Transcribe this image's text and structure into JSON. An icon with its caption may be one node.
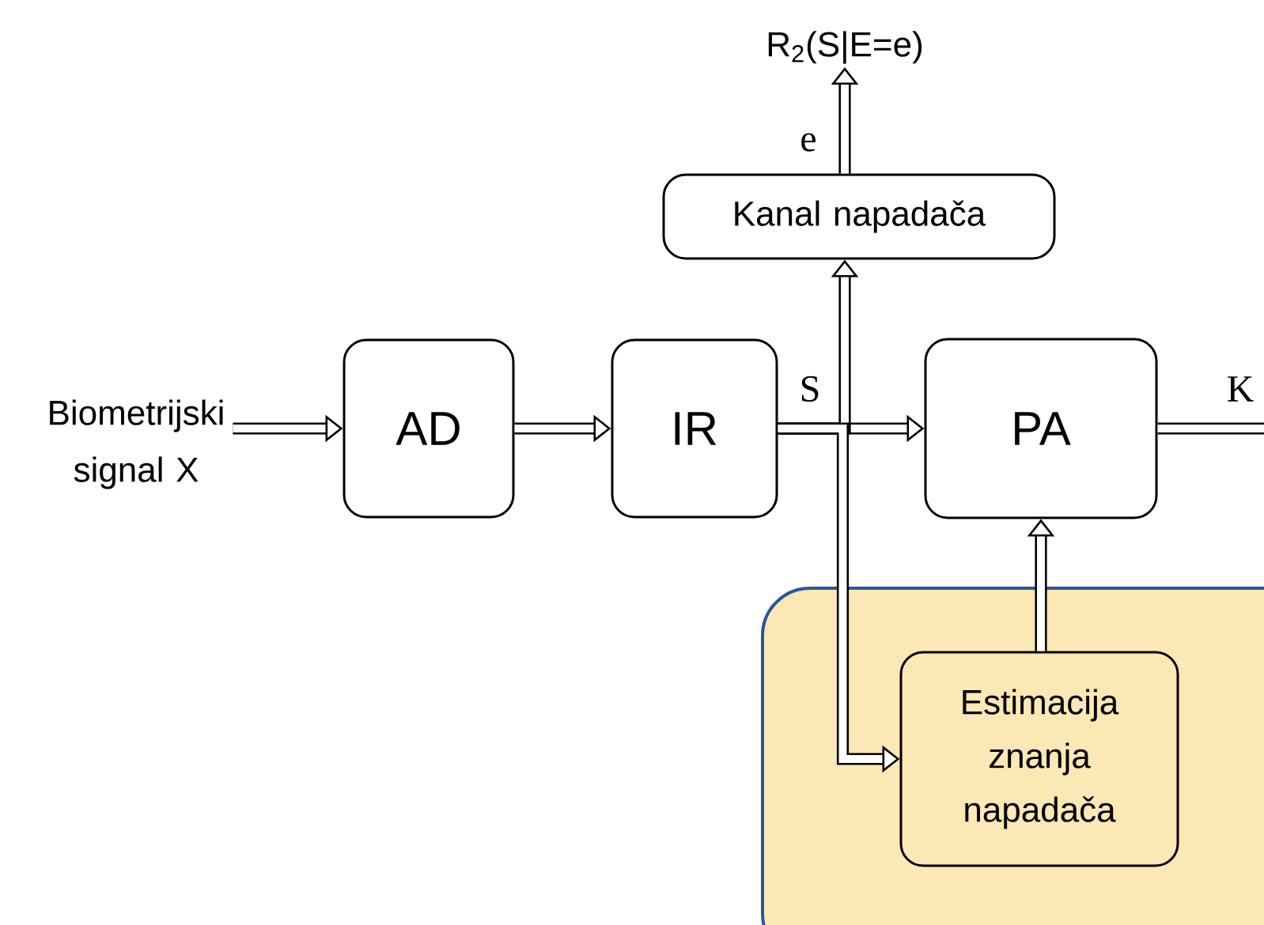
{
  "diagram": {
    "nodes": [
      {
        "text": [
          "Biometrijski signal X"
        ]
      },
      {
        "text": [
          "AD"
        ]
      },
      {
        "text": [
          "IR"
        ]
      },
      {
        "text": [
          "PA"
        ]
      },
      {
        "text": [
          "Kanal napadača"
        ]
      },
      {
        "text": [
          "R$_{2}$(S|E=e)"
        ]
      },
      {
        "text": [],
        "shape": "box"
      },
      {
        "text": [
          "Estimacija znanja napadača"
        ],
        "in": 6
      }
    ],
    "edges": [
      {
        "from": 0,
        "to": 1,
        "arrow": "to"
      },
      {
        "from": 1,
        "to": 2,
        "arrow": "to"
      },
      {
        "from": 2,
        "to": 3,
        "arrow": "to",
        "label": "S"
      },
      {
        "from": 2,
        "to": 4,
        "arrow": "to"
      },
      {
        "from": 2,
        "to": 7,
        "arrow": "to"
      },
      {
        "from": 7,
        "to": 3,
        "arrow": "to"
      },
      {
        "from": 4,
        "to": 5,
        "arrow": "to",
        "label": "e"
      },
      {
        "from": 3,
        "to": null,
        "arrow": "none",
        "label": "K"
      }
    ]
  }
}
